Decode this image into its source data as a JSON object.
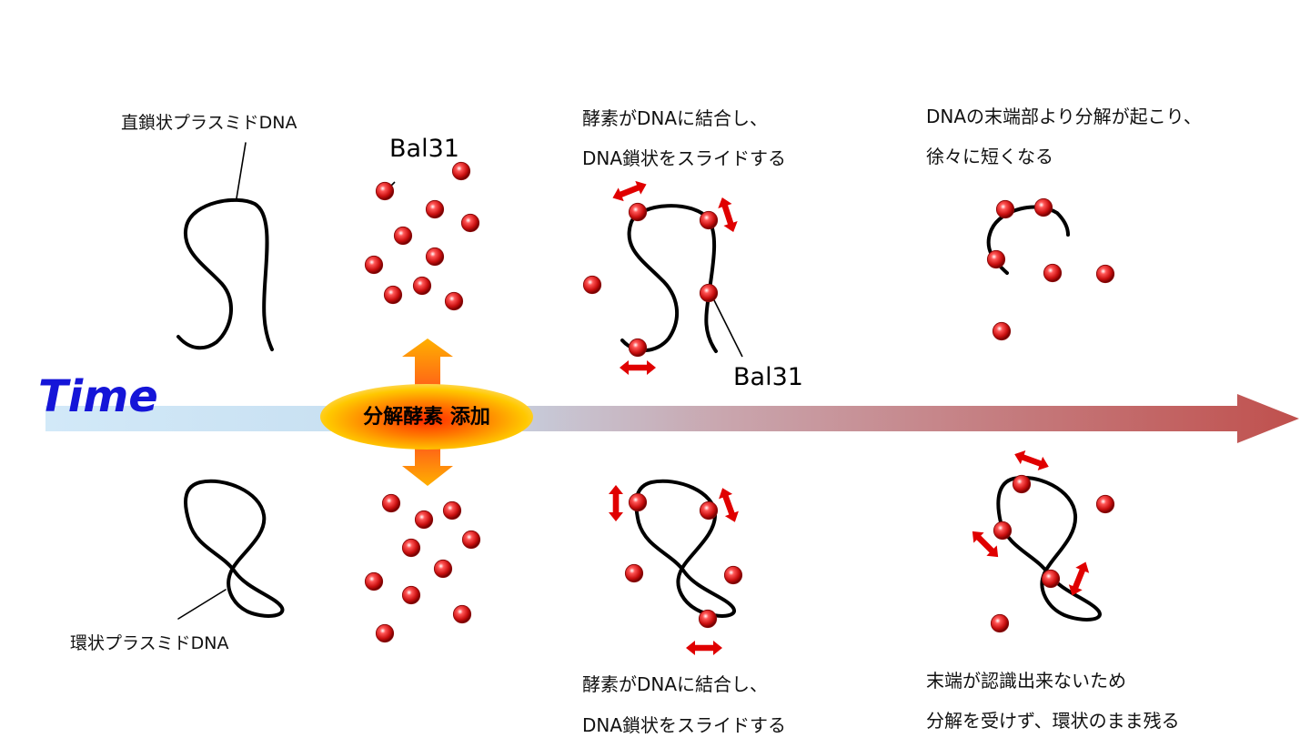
{
  "time_label": "Time",
  "enzyme_add_label": "分解酵素 添加",
  "labels": {
    "linear_plasmid": "直鎖状プラスミドDNA",
    "circular_plasmid": "環状プラスミドDNA",
    "enzyme_name_top": "Bal31",
    "enzyme_name_mid": "Bal31",
    "step2_top_line1": "酵素がDNAに結合し、",
    "step2_top_line2": "DNA鎖状をスライドする",
    "step3_top_line1": "DNAの末端部より分解が起こり、",
    "step3_top_line2": "徐々に短くなる",
    "step2_bottom_line1": "酵素がDNAに結合し、",
    "step2_bottom_line2": "DNA鎖状をスライドする",
    "step3_bottom_line1": "末端が認識出来ないため",
    "step3_bottom_line2": "分解を受けず、環状のまま残る"
  },
  "colors": {
    "time_text": "#1515d8",
    "arrow_start": "#cfe6f6",
    "arrow_end": "#c0504d",
    "enzyme_ball": "#cc1111",
    "slide_arrow": "#e00000",
    "dna_strand": "#000000",
    "burst_outer": "#ffcc00",
    "burst_inner": "#ff3300"
  },
  "icons": {
    "enzyme": "red-sphere",
    "slide": "double-headed-arrow",
    "burst": "orange-ellipse"
  }
}
